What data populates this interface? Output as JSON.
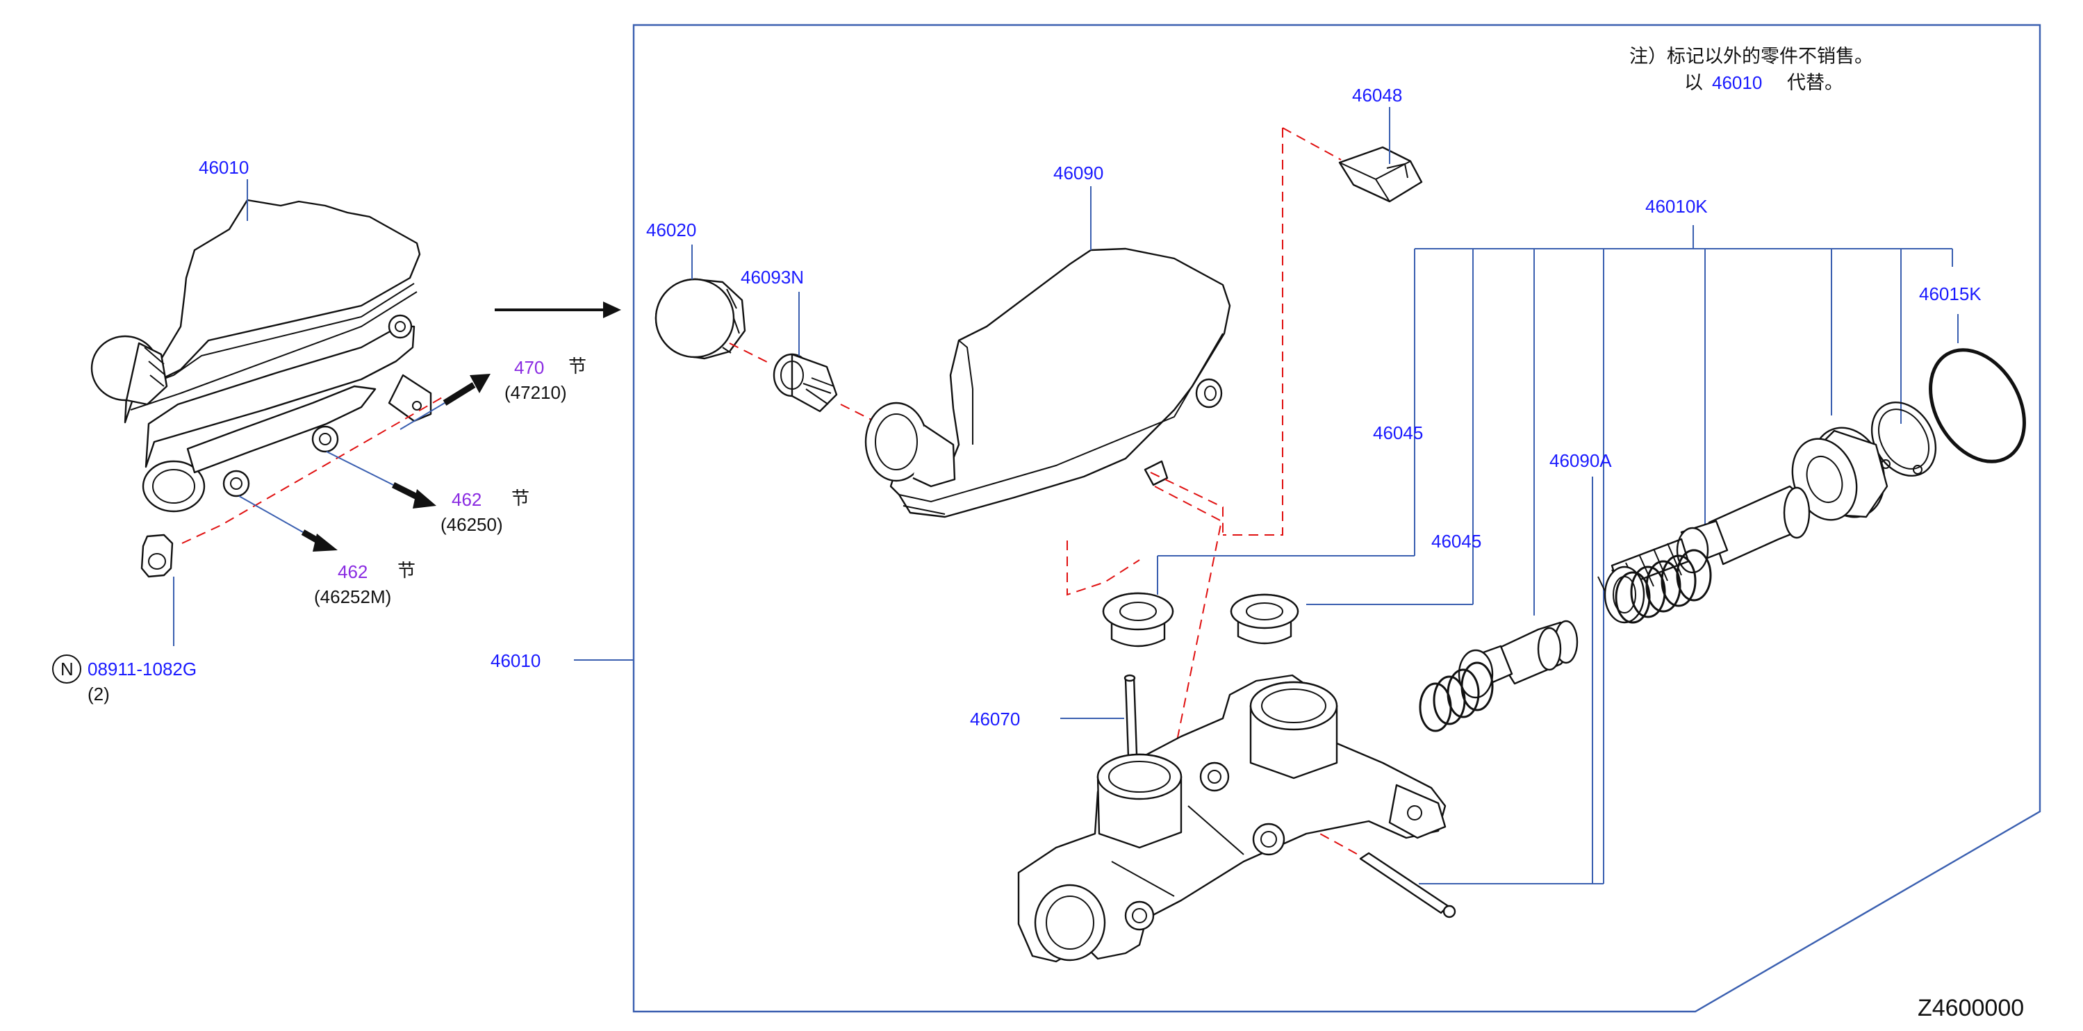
{
  "diagram_code": "Z4600000",
  "note": {
    "line1": "注）标记以外的零件不销售。",
    "line2_prefix": "以",
    "line2_part": "46010",
    "line2_suffix": "代替。"
  },
  "left_assembly": {
    "part_number": "46010",
    "bolt": {
      "badge": "N",
      "part_number": "08911-1082G",
      "quantity": "(2)"
    },
    "section_refs": [
      {
        "ref": "470",
        "char": "节",
        "sub": "(47210)"
      },
      {
        "ref": "462",
        "char": "节",
        "sub": "(46250)"
      },
      {
        "ref": "462",
        "char": "节",
        "sub": "(46252M)"
      }
    ]
  },
  "exploded_view": {
    "frame_label": "46010",
    "parts": {
      "cap": "46020",
      "strainer": "46093N",
      "reservoir_tank": "46090",
      "sensor": "46048",
      "kit": "46010K",
      "snap_ring": "46015K",
      "grommet_upper": "46045",
      "grommet_lower": "46045",
      "piston_kit": "46090A",
      "pin": "46070"
    }
  },
  "colors": {
    "part_number": "#1a1aff",
    "section_ref": "#8a2be2",
    "leader_line": "#3a5fb0",
    "dashed_line": "#e01010"
  }
}
